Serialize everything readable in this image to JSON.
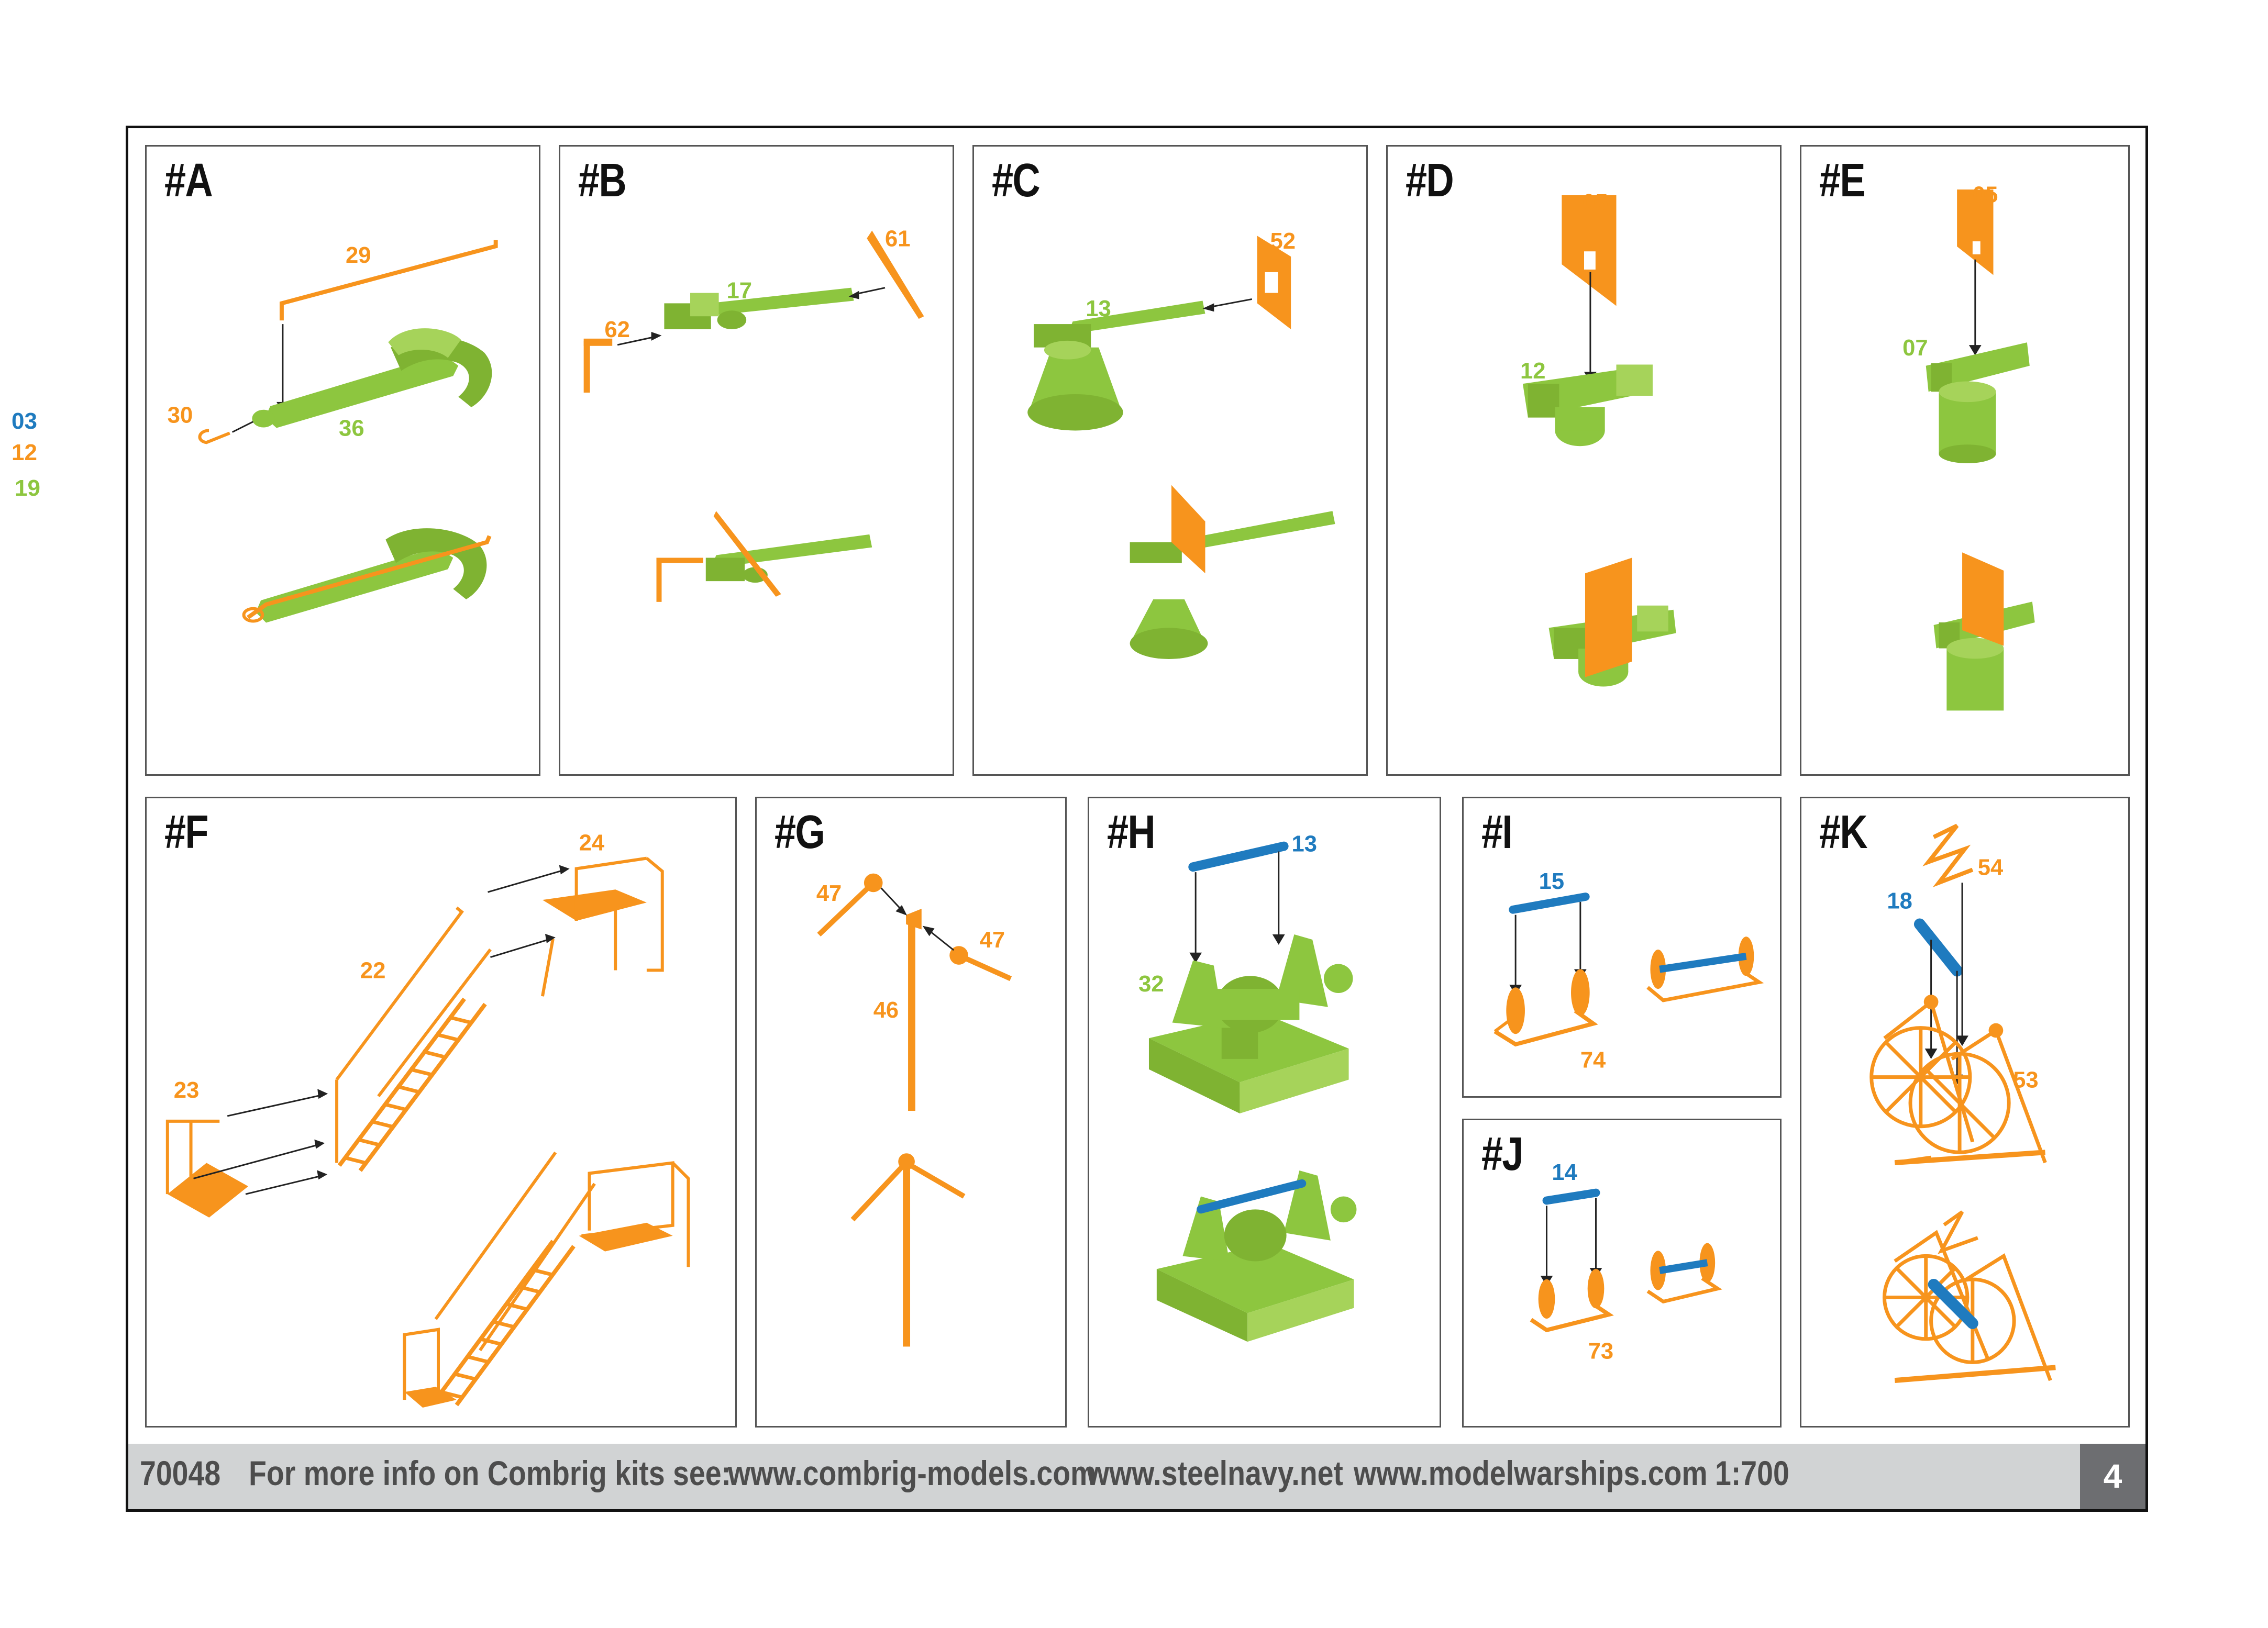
{
  "legend": [
    {
      "code": "03",
      "color": "#1f7bbf"
    },
    {
      "code": "12",
      "color": "#f7941d"
    },
    {
      "code": "19",
      "color": "#8dc63f"
    }
  ],
  "panels": {
    "A": {
      "title": "#A",
      "labels": {
        "a1": "29",
        "a2": "30",
        "a3": "36"
      }
    },
    "B": {
      "title": "#B",
      "labels": {
        "b1": "61",
        "b2": "17",
        "b3": "62"
      }
    },
    "C": {
      "title": "#C",
      "labels": {
        "c1": "52",
        "c2": "13"
      }
    },
    "D": {
      "title": "#D",
      "labels": {
        "d1": "05",
        "d2": "12"
      }
    },
    "E": {
      "title": "#E",
      "labels": {
        "e1": "05",
        "e2": "07"
      }
    },
    "F": {
      "title": "#F",
      "labels": {
        "f1": "24",
        "f2": "22",
        "f3": "23"
      }
    },
    "G": {
      "title": "#G",
      "labels": {
        "g1": "47",
        "g2": "47",
        "g3": "46"
      }
    },
    "H": {
      "title": "#H",
      "labels": {
        "h1": "13",
        "h2": "32"
      }
    },
    "I": {
      "title": "#I",
      "labels": {
        "i1": "15",
        "i2": "74"
      }
    },
    "J": {
      "title": "#J",
      "labels": {
        "j1": "14",
        "j2": "73"
      }
    },
    "K": {
      "title": "#K",
      "labels": {
        "k1": "54",
        "k2": "18",
        "k3": "53"
      }
    }
  },
  "colors": {
    "orange": "#f7941d",
    "green": "#8dc63f",
    "blue": "#1f7bbf"
  },
  "footer": {
    "kit": "70048",
    "info": "For more info on Combrig kits see:",
    "site1": "www.combrig-models.com",
    "site2": "www.steelnavy.net",
    "site3": "www.modelwarships.com",
    "scale": "1:700",
    "page": "4"
  }
}
